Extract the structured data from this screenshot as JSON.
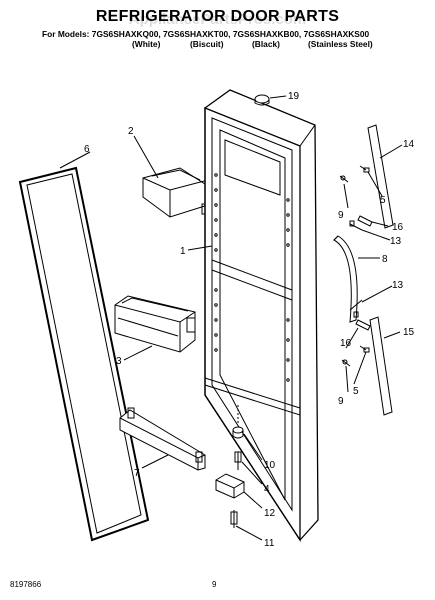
{
  "header": {
    "title": "REFRIGERATOR DOOR PARTS",
    "watermark": "AppliancePartsPros.com",
    "models_line": "For Models: 7GS6SHAXKQ00, 7GS6SHAXKT00, 7GS6SHAXKB00, 7GS6SHAXKS00",
    "colors": [
      "(White)",
      "(Biscuit)",
      "(Black)",
      "(Stainless Steel)"
    ]
  },
  "callouts": [
    "1",
    "2",
    "3",
    "4",
    "5",
    "5",
    "6",
    "7",
    "8",
    "9",
    "9",
    "10",
    "11",
    "12",
    "13",
    "13",
    "14",
    "15",
    "16",
    "16",
    "19"
  ],
  "footer": {
    "doc_number": "8197866",
    "page": "9"
  }
}
